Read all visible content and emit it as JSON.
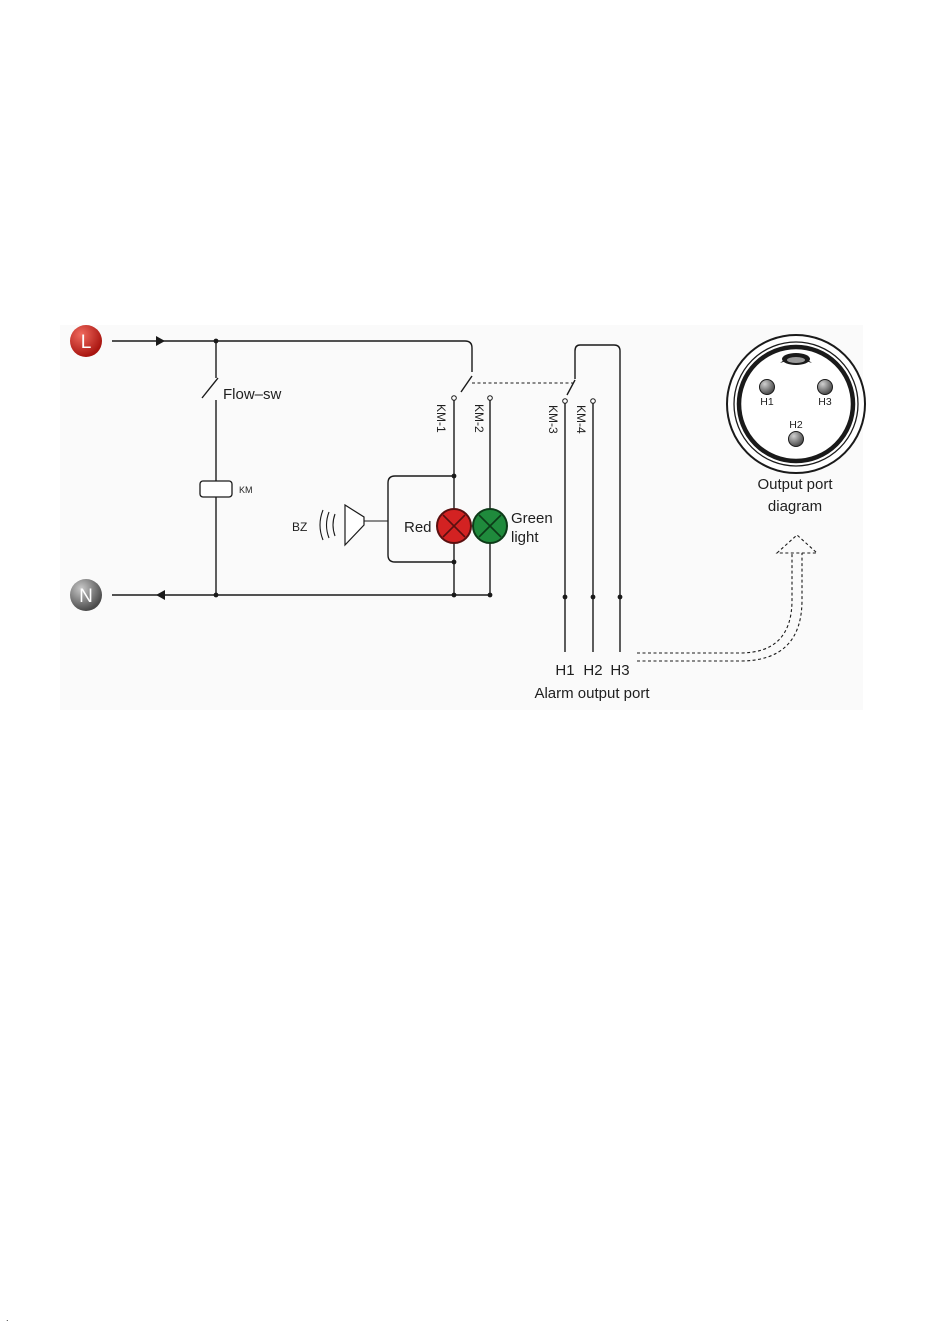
{
  "terminals": {
    "line": "L",
    "neutral": "N"
  },
  "labels": {
    "flow_switch": "Flow–sw",
    "coil": "KM",
    "buzzer": "BZ",
    "red": "Red",
    "green_1": "Green",
    "green_2": "light",
    "km1": "KM-1",
    "km2": "KM-2",
    "km3": "KM-3",
    "km4": "KM-4",
    "h1": "H1",
    "h2": "H2",
    "h3": "H3",
    "alarm_port": "Alarm output port",
    "port_h1": "H1",
    "port_h2": "H2",
    "port_h3": "H3",
    "port_caption_1": "Output port",
    "port_caption_2": "diagram"
  },
  "colors": {
    "line_terminal": "#c0201e",
    "neutral_terminal": "#6e6e6e",
    "red_lamp": "#d32222",
    "green_lamp": "#1f8a3c"
  },
  "footer": {
    "text": "."
  }
}
